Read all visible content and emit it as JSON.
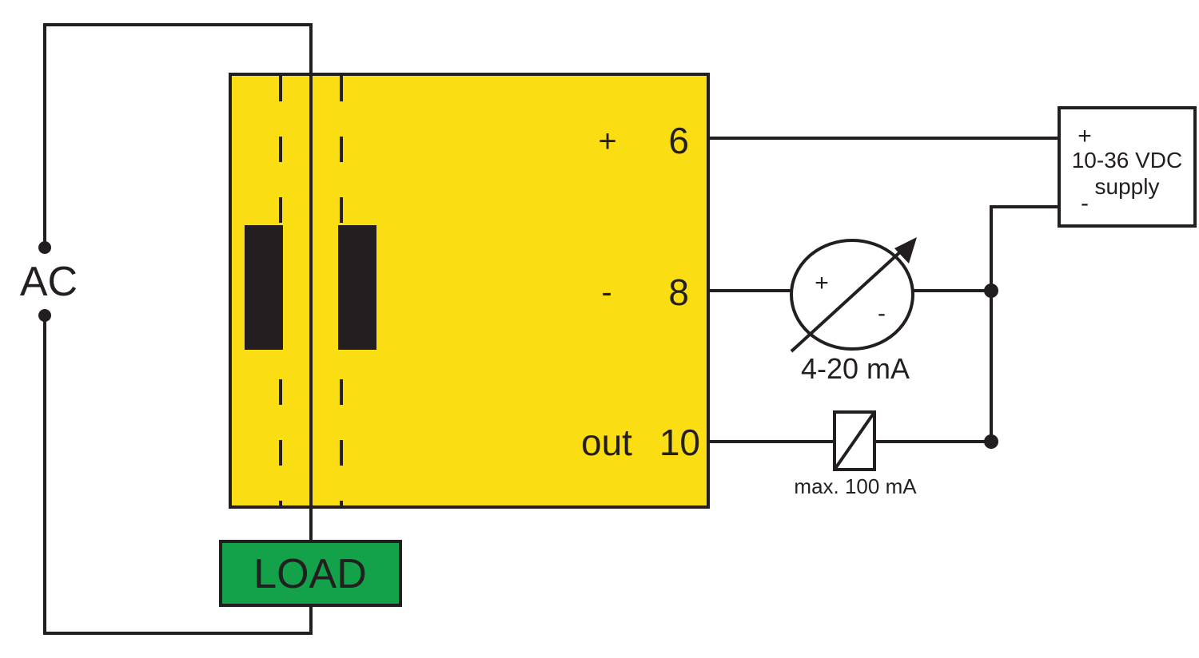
{
  "colors": {
    "module_fill": "#fadd12",
    "load_fill": "#13a24a",
    "line": "#231f20",
    "coil": "#231f20"
  },
  "ac": {
    "label": "AC"
  },
  "load": {
    "label": "LOAD"
  },
  "terminals": [
    {
      "polarity": "+",
      "number": "6"
    },
    {
      "polarity": "-",
      "number": "8"
    },
    {
      "polarity": "out",
      "number": "10"
    }
  ],
  "meter": {
    "plus": "+",
    "minus": "-",
    "label": "4-20 mA",
    "icon": "ammeter-icon"
  },
  "relay": {
    "label": "max. 100 mA",
    "icon": "relay-coil-icon"
  },
  "supply": {
    "plus": "+",
    "line1": "10-36 VDC",
    "line2": "supply",
    "minus": "-"
  }
}
